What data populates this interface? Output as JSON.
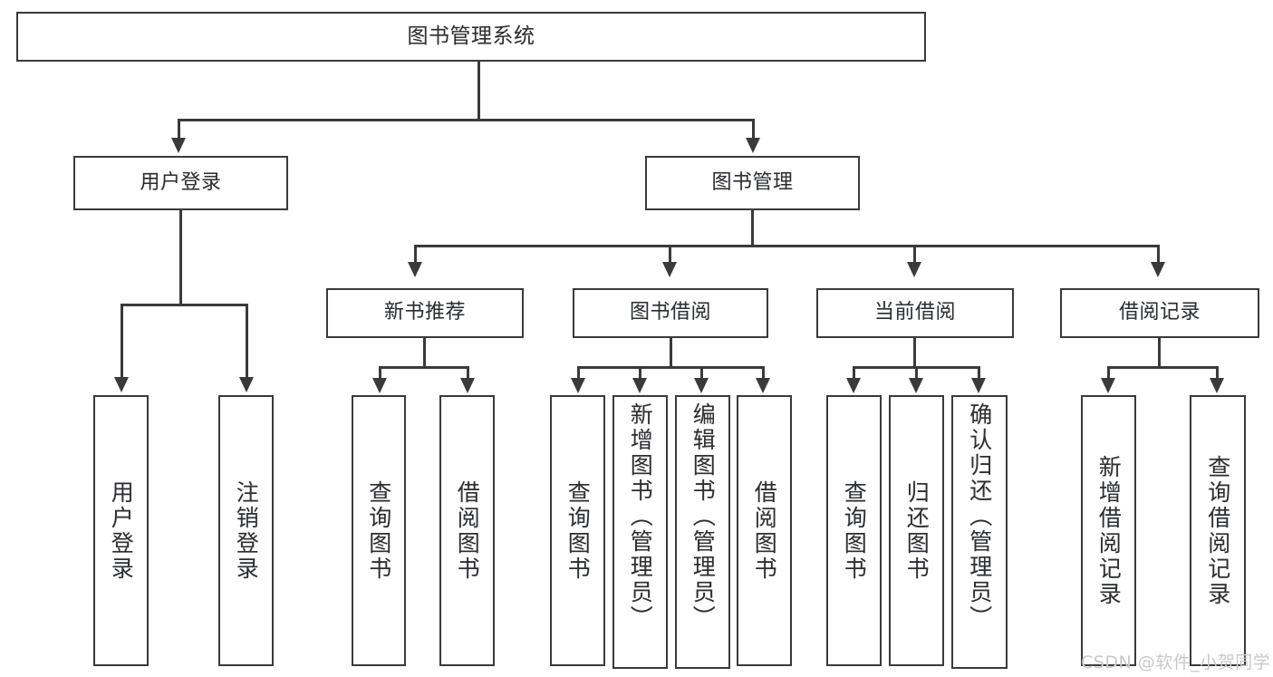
{
  "diagram": {
    "title": "图书管理系统",
    "type": "tree-structure-chart",
    "root": {
      "label": "图书管理系统"
    },
    "level2": [
      {
        "label": "用户登录"
      },
      {
        "label": "图书管理"
      }
    ],
    "level3": [
      {
        "label": "新书推荐"
      },
      {
        "label": "图书借阅"
      },
      {
        "label": "当前借阅"
      },
      {
        "label": "借阅记录"
      }
    ],
    "leaves": {
      "user_login": [
        {
          "label": "用户登录"
        },
        {
          "label": "注销登录"
        }
      ],
      "new_book_recommend": [
        {
          "label": "查询图书"
        },
        {
          "label": "借阅图书"
        }
      ],
      "book_borrow": [
        {
          "label": "查询图书"
        },
        {
          "label": "新增图书（管理员）"
        },
        {
          "label": "编辑图书（管理员）"
        },
        {
          "label": "借阅图书"
        }
      ],
      "current_borrow": [
        {
          "label": "查询图书"
        },
        {
          "label": "归还图书"
        },
        {
          "label": "确认归还（管理员）"
        }
      ],
      "borrow_record": [
        {
          "label": "新增借阅记录"
        },
        {
          "label": "查询借阅记录"
        }
      ]
    }
  },
  "watermark": {
    "text": "CSDN @软件_小贺同学"
  },
  "colors": {
    "stroke": "#3a3a3a",
    "text": "#2f2f2f",
    "background": "#ffffff",
    "watermark": "#c9c9c9"
  }
}
